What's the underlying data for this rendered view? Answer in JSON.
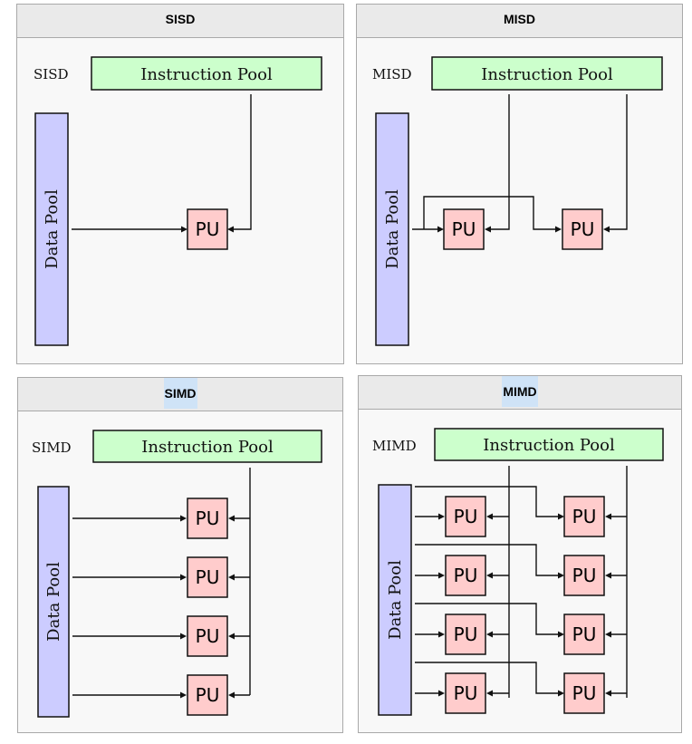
{
  "panels": [
    {
      "title": "SISD",
      "tag": "SISD",
      "instruction_pool": "Instruction Pool",
      "data_pool": "Data Pool",
      "pu_label": "PU",
      "highlight": false
    },
    {
      "title": "MISD",
      "tag": "MISD",
      "instruction_pool": "Instruction Pool",
      "data_pool": "Data Pool",
      "pu_label": "PU",
      "highlight": false
    },
    {
      "title": "SIMD",
      "tag": "SIMD",
      "instruction_pool": "Instruction Pool",
      "data_pool": "Data Pool",
      "pu_label": "PU",
      "highlight": true
    },
    {
      "title": "MIMD",
      "tag": "MIMD",
      "instruction_pool": "Instruction Pool",
      "data_pool": "Data Pool",
      "pu_label": "PU",
      "highlight": true
    }
  ],
  "colors": {
    "instruction_pool_fill": "#ccffcc",
    "data_pool_fill": "#ccccff",
    "pu_fill": "#ffcccc",
    "panel_bg": "#f8f8f8",
    "header_bg": "#eaeaea",
    "header_highlight": "#cfe3f7"
  }
}
